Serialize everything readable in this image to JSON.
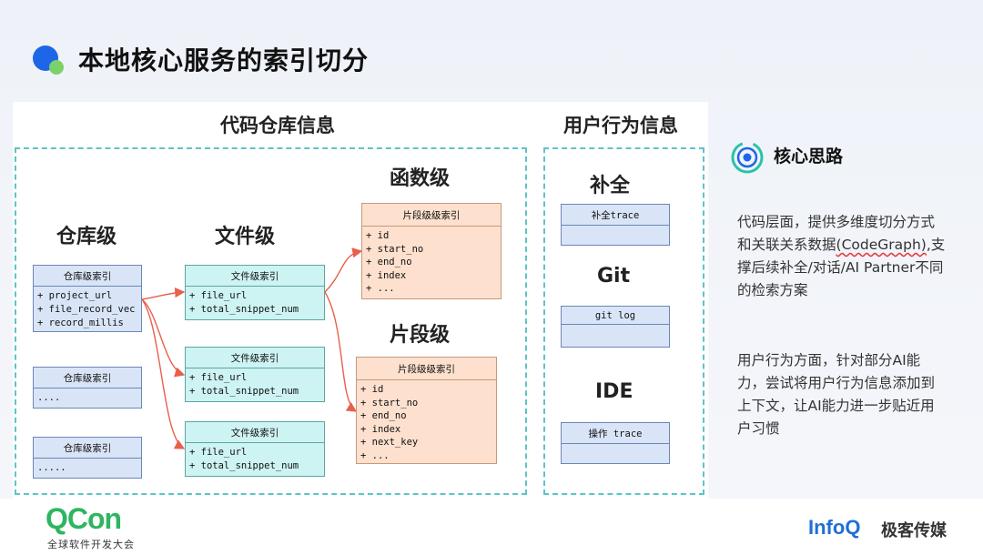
{
  "header": {
    "title": "本地核心服务的索引切分"
  },
  "sections": {
    "repo_info": "代码仓库信息",
    "user_behavior": "用户行为信息"
  },
  "levels": {
    "repo": "仓库级",
    "file": "文件级",
    "function": "函数级",
    "snippet": "片段级",
    "completion": "补全",
    "git": "Git",
    "ide": "IDE"
  },
  "repo_boxes": [
    {
      "title": "仓库级索引",
      "lines": [
        "+ project_url",
        "+ file_record_vec",
        "+ record_millis"
      ]
    },
    {
      "title": "仓库级索引",
      "lines": [
        "...."
      ]
    },
    {
      "title": "仓库级索引",
      "lines": [
        "....."
      ]
    }
  ],
  "file_boxes": [
    {
      "title": "文件级索引",
      "lines": [
        "+ file_url",
        "+ total_snippet_num"
      ]
    },
    {
      "title": "文件级索引",
      "lines": [
        "+ file_url",
        "+ total_snippet_num"
      ]
    },
    {
      "title": "文件级索引",
      "lines": [
        "+ file_url",
        "+ total_snippet_num"
      ]
    }
  ],
  "function_box": {
    "title": "片段级级索引",
    "lines": [
      "+ id",
      "+ start_no",
      "+ end_no",
      "+ index",
      "+ ..."
    ]
  },
  "snippet_box": {
    "title": "片段级级索引",
    "lines": [
      "+ id",
      "+ start_no",
      "+ end_no",
      "+ index",
      "+ next_key",
      "+ ..."
    ]
  },
  "behavior_boxes": [
    {
      "title": "补全trace"
    },
    {
      "title": "git log"
    },
    {
      "title": "操作 trace"
    }
  ],
  "info": {
    "title": "核心思路",
    "p1_a": "代码层面，提供多维度切分方式和关联关系数据",
    "p1_b": "(CodeGraph)",
    "p1_c": ",支撑后续补全/对话/AI Partner不同的检索方案",
    "p2": "用户行为方面，针对部分AI能力，尝试将用户行为信息添加到上下文，让AI能力进一步贴近用户习惯"
  },
  "footer": {
    "qcon": "QCon",
    "qcon_sub": "全球软件开发大会",
    "infoq": "InfoQ",
    "infoq_cn": "极客传媒"
  },
  "colors": {
    "accent_blue": "#1e66e8",
    "accent_green": "#7cd26a",
    "dashed_border": "#5fc3c7",
    "arrow": "#e8604c"
  }
}
